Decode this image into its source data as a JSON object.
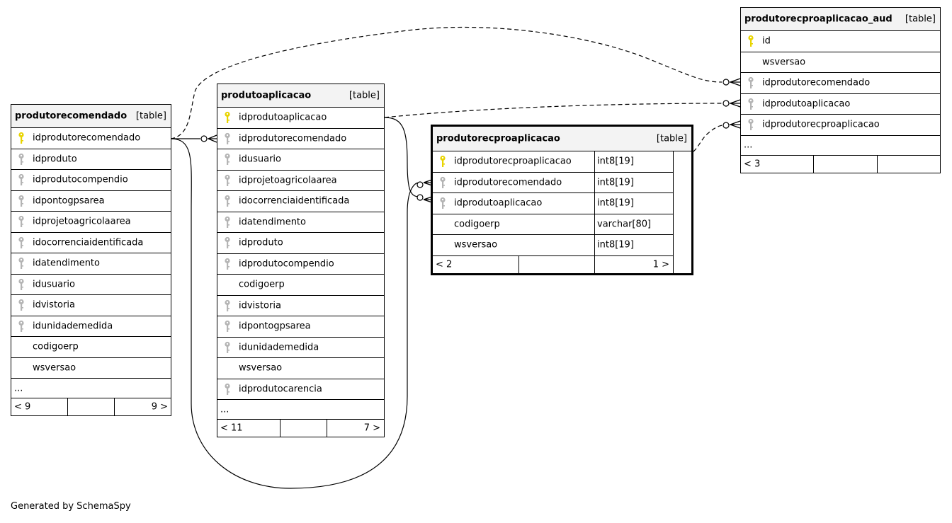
{
  "tables": {
    "produtorecomendado": {
      "name": "produtorecomendado",
      "kind": "[table]",
      "columns": [
        {
          "name": "idprodutorecomendado",
          "key": "pk"
        },
        {
          "name": "idproduto",
          "key": "fk"
        },
        {
          "name": "idprodutocompendio",
          "key": "fk"
        },
        {
          "name": "idpontogpsarea",
          "key": "fk"
        },
        {
          "name": "idprojetoagricolaarea",
          "key": "fk"
        },
        {
          "name": "idocorrenciaidentificada",
          "key": "fk"
        },
        {
          "name": "idatendimento",
          "key": "fk"
        },
        {
          "name": "idusuario",
          "key": "fk"
        },
        {
          "name": "idvistoria",
          "key": "fk"
        },
        {
          "name": "idunidademedida",
          "key": "fk"
        },
        {
          "name": "codigoerp",
          "key": ""
        },
        {
          "name": "wsversao",
          "key": ""
        }
      ],
      "ellipsis": "...",
      "footer_left": "< 9",
      "footer_right": "9 >"
    },
    "produtoaplicacao": {
      "name": "produtoaplicacao",
      "kind": "[table]",
      "columns": [
        {
          "name": "idprodutoaplicacao",
          "key": "pk"
        },
        {
          "name": "idprodutorecomendado",
          "key": "fk"
        },
        {
          "name": "idusuario",
          "key": "fk"
        },
        {
          "name": "idprojetoagricolaarea",
          "key": "fk"
        },
        {
          "name": "idocorrenciaidentificada",
          "key": "fk"
        },
        {
          "name": "idatendimento",
          "key": "fk"
        },
        {
          "name": "idproduto",
          "key": "fk"
        },
        {
          "name": "idprodutocompendio",
          "key": "fk"
        },
        {
          "name": "codigoerp",
          "key": ""
        },
        {
          "name": "idvistoria",
          "key": "fk"
        },
        {
          "name": "idpontogpsarea",
          "key": "fk"
        },
        {
          "name": "idunidademedida",
          "key": "fk"
        },
        {
          "name": "wsversao",
          "key": ""
        },
        {
          "name": "idprodutocarencia",
          "key": "fk"
        }
      ],
      "ellipsis": "...",
      "footer_left": "< 11",
      "footer_right": "7 >"
    },
    "produtorecproaplicacao": {
      "name": "produtorecproaplicacao",
      "kind": "[table]",
      "columns": [
        {
          "name": "idprodutorecproaplicacao",
          "key": "pk",
          "type": "int8[19]"
        },
        {
          "name": "idprodutorecomendado",
          "key": "fk",
          "type": "int8[19]"
        },
        {
          "name": "idprodutoaplicacao",
          "key": "fk",
          "type": "int8[19]"
        },
        {
          "name": "codigoerp",
          "key": "",
          "type": "varchar[80]"
        },
        {
          "name": "wsversao",
          "key": "",
          "type": "int8[19]"
        }
      ],
      "footer_left": "< 2",
      "footer_right": "1 >"
    },
    "produtorecproaplicacao_aud": {
      "name": "produtorecproaplicacao_aud",
      "kind": "[table]",
      "columns": [
        {
          "name": "id",
          "key": "pk"
        },
        {
          "name": "wsversao",
          "key": ""
        },
        {
          "name": "idprodutorecomendado",
          "key": "fk"
        },
        {
          "name": "idprodutoaplicacao",
          "key": "fk"
        },
        {
          "name": "idprodutorecproaplicacao",
          "key": "fk"
        }
      ],
      "ellipsis": "...",
      "footer_left": "< 3"
    }
  },
  "credit": "Generated by SchemaSpy",
  "colors": {
    "pk_key": "#e8d400",
    "fk_key": "#b4b4b4",
    "header_bg": "#f3f3f3",
    "line": "#000000"
  }
}
